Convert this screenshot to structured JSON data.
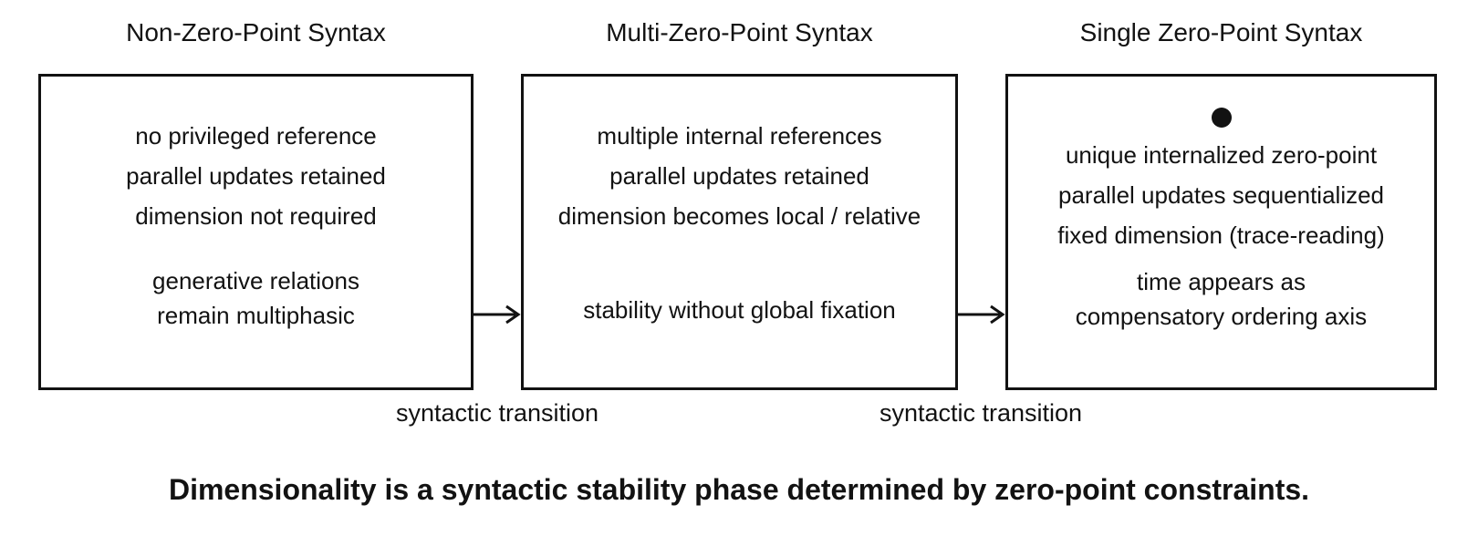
{
  "colors": {
    "ink": "#121212",
    "background": "#ffffff"
  },
  "diagram": {
    "columns": [
      {
        "title": "Non-Zero-Point Syntax",
        "primary_lines": [
          "no privileged reference",
          "parallel updates retained",
          "dimension not required"
        ],
        "secondary_lines": [
          "generative relations",
          "remain multiphasic"
        ]
      },
      {
        "title": "Multi-Zero-Point Syntax",
        "primary_lines": [
          "multiple internal references",
          "parallel updates retained",
          "dimension becomes local / relative"
        ],
        "secondary_lines": [
          "stability without global fixation"
        ]
      },
      {
        "title": "Single Zero-Point Syntax",
        "zero_point_marker": "●",
        "primary_lines": [
          "unique internalized zero-point",
          "parallel updates sequentialized",
          "fixed dimension (trace-reading)"
        ],
        "secondary_lines": [
          "time appears as",
          "compensatory ordering axis"
        ]
      }
    ],
    "transitions": [
      {
        "label": "syntactic transition"
      },
      {
        "label": "syntactic transition"
      }
    ],
    "caption": "Dimensionality is a syntactic stability phase determined by zero-point constraints."
  }
}
